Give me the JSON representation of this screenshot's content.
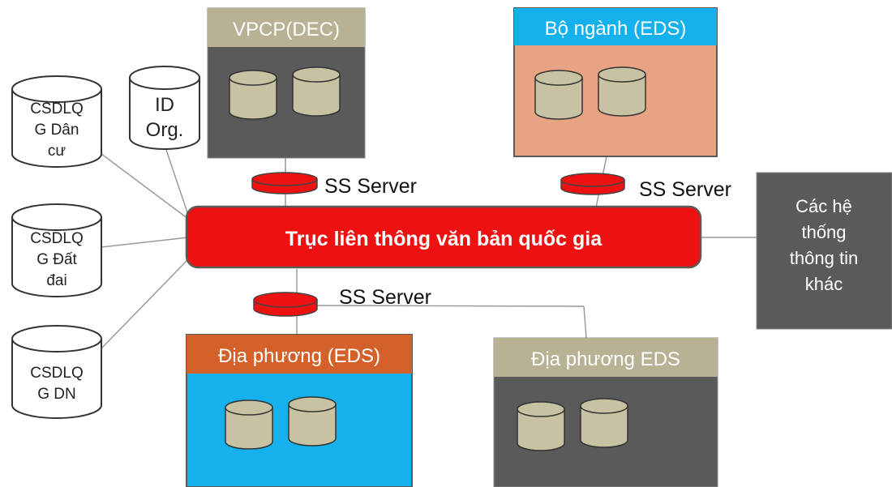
{
  "databases": {
    "dancu": {
      "line1": "CSDLQ",
      "line2": "G Dân",
      "line3": "cư"
    },
    "datdai": {
      "line1": "CSDLQ",
      "line2": "G Đất",
      "line3": "đai"
    },
    "dn": {
      "line1": "CSDLQ",
      "line2": "G DN"
    },
    "idorg": {
      "line1": "ID",
      "line2": "Org."
    }
  },
  "boxes": {
    "vpcp": "VPCP(DEC)",
    "bonganh": "Bộ ngành (EDS)",
    "diaphuong1": "Địa phương (EDS)",
    "diaphuong2": "Địa phương EDS"
  },
  "axis": {
    "label": "Trục liên thông văn bản quốc gia"
  },
  "ss": {
    "label1": "SS Server",
    "label2": "SS Server",
    "label3": "SS Server"
  },
  "other": {
    "line1": "Các hệ",
    "line2": "thống",
    "line3": "thông tin",
    "line4": "khác"
  },
  "colors": {
    "axis_red": "#ee1111",
    "dark_gray": "#5a5a5a",
    "tan": "#b7b293",
    "salmon": "#e8a383",
    "blue": "#14b1ec",
    "orange": "#d4602a",
    "db_fill": "#c7c3a2"
  }
}
